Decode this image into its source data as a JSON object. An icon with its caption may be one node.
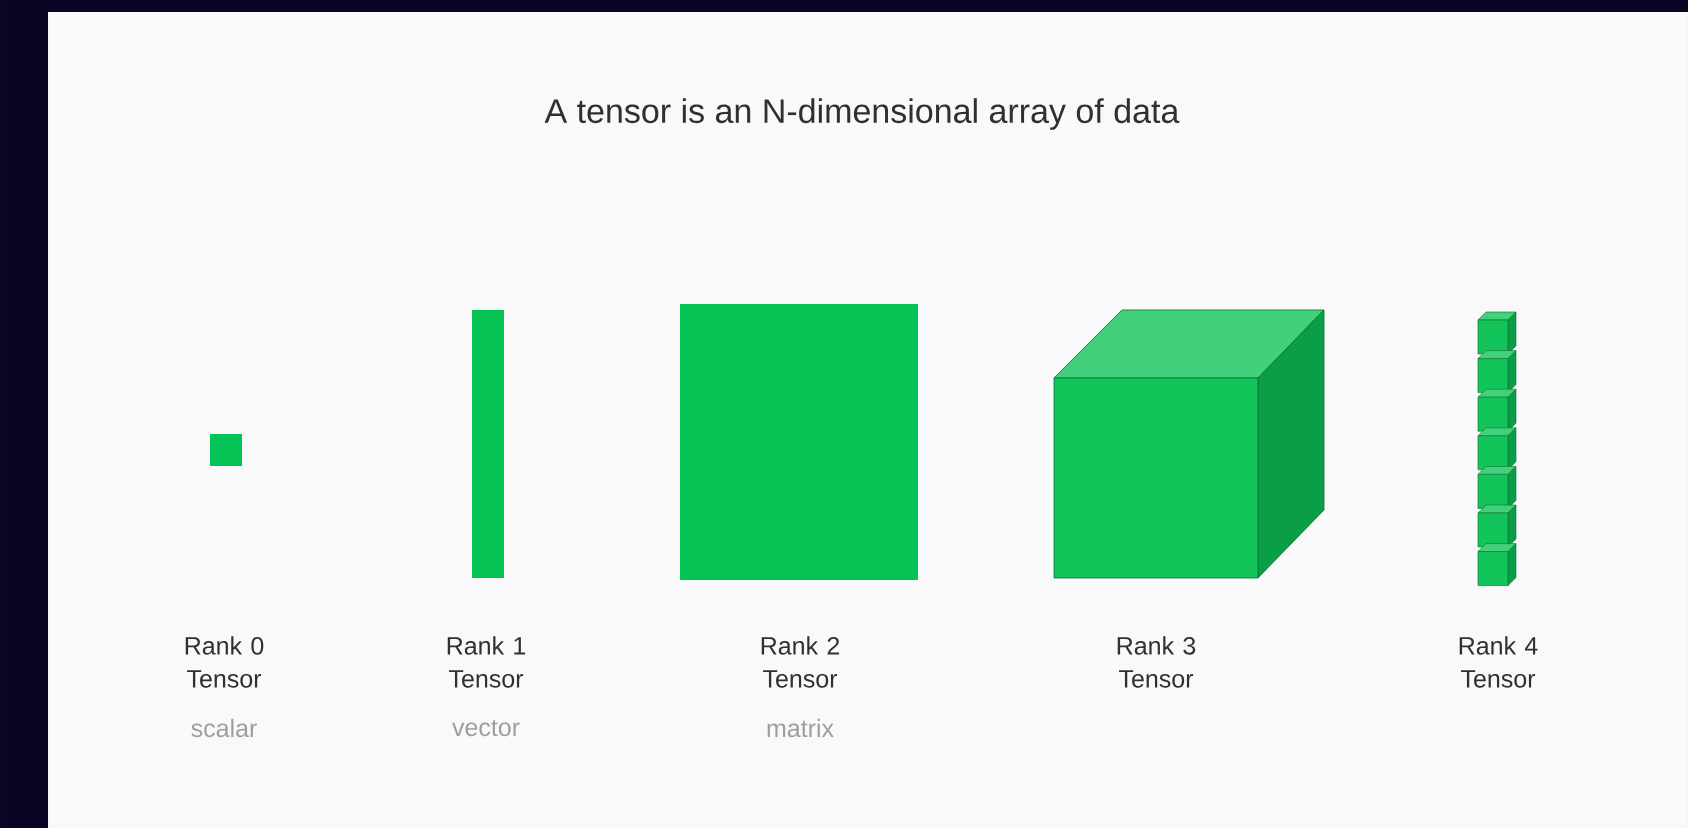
{
  "diagram": {
    "title": "A tensor is an N-dimensional array of data",
    "labels": [
      "Rank 0 Tensor",
      "scalar",
      "Rank 1 Tensor",
      "vector",
      "Rank 2 Tensor",
      "matrix",
      "Rank 3 Tensor",
      "Rank 4 Tensor"
    ]
  }
}
